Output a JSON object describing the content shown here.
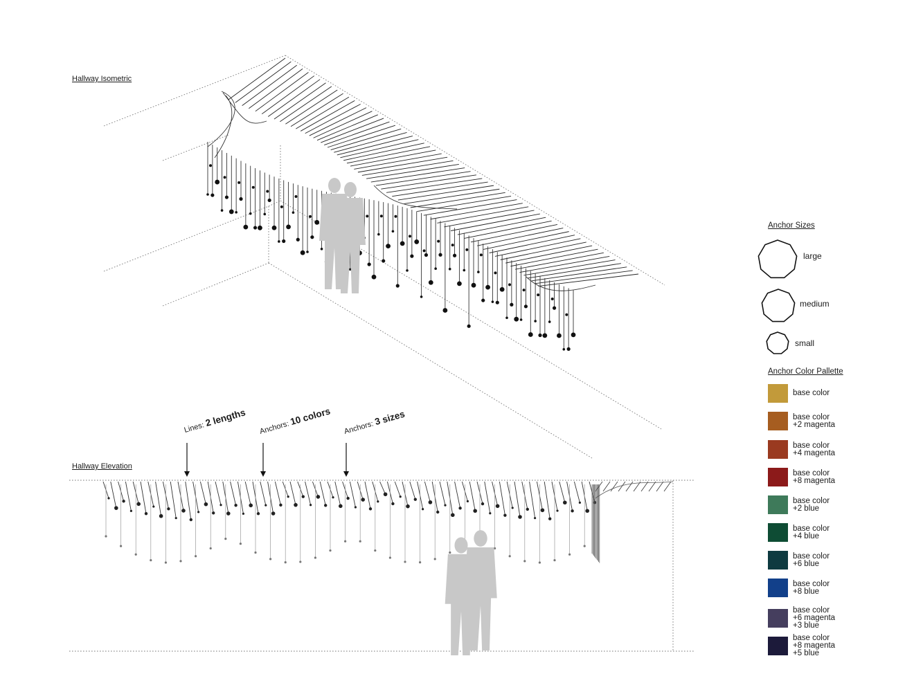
{
  "titles": {
    "isometric": "Hallway Isometric",
    "elevation": "Hallway Elevation"
  },
  "callouts": [
    {
      "prefix": "Lines:",
      "value": "2 lengths"
    },
    {
      "prefix": "Anchors:",
      "value": "10 colors"
    },
    {
      "prefix": "Anchors:",
      "value": "3 sizes"
    }
  ],
  "legend": {
    "sizes_title": "Anchor Sizes",
    "sizes": [
      {
        "label": "large"
      },
      {
        "label": "medium"
      },
      {
        "label": "small"
      }
    ],
    "palette_title": "Anchor Color Pallette",
    "palette": [
      {
        "label": "base color",
        "color": "#c29a3a"
      },
      {
        "label": "base color\n+2 magenta",
        "color": "#a65d20"
      },
      {
        "label": "base color\n+4 magenta",
        "color": "#9a3a20"
      },
      {
        "label": "base color\n+8 magenta",
        "color": "#8c1a1a"
      },
      {
        "label": "base color\n+2 blue",
        "color": "#3e7a5a"
      },
      {
        "label": "base color\n+4 blue",
        "color": "#0e4c34"
      },
      {
        "label": "base color\n+6 blue",
        "color": "#0e3a40"
      },
      {
        "label": "base color\n+8 blue",
        "color": "#12408a"
      },
      {
        "label": "base color\n+6 magenta\n+3 blue",
        "color": "#453e5e"
      },
      {
        "label": "base color\n+8 magenta\n+5 blue",
        "color": "#1c1a3a"
      }
    ]
  }
}
